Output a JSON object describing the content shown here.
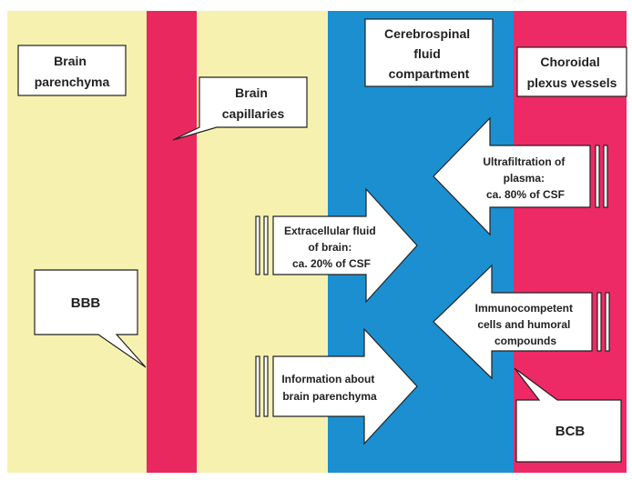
{
  "colors": {
    "parenchyma": "#f7f1b0",
    "capillary": "#e8285f",
    "csf": "#1b8fd0",
    "plexus": "#ee2a66",
    "box_fill": "#ffffff",
    "box_stroke": "#222222"
  },
  "labels": {
    "brain_parenchyma": [
      "Brain",
      "parenchyma"
    ],
    "brain_capillaries": [
      "Brain",
      "capillaries"
    ],
    "csf_compartment": [
      "Cerebrospinal",
      "fluid",
      "compartment"
    ],
    "choroidal_plexus": [
      "Choroidal",
      "plexus vessels"
    ],
    "bbb": "BBB",
    "bcb": "BCB"
  },
  "arrows": {
    "ultrafiltration": [
      "Ultrafiltration of",
      "plasma:",
      "ca. 80% of CSF"
    ],
    "extracellular": [
      "Extracellular fluid",
      "of brain:",
      "ca. 20% of CSF"
    ],
    "immunocompetent": [
      "Immunocompetent",
      "cells and humoral",
      "compounds"
    ],
    "information": [
      "Information about",
      "brain parenchyma"
    ]
  }
}
